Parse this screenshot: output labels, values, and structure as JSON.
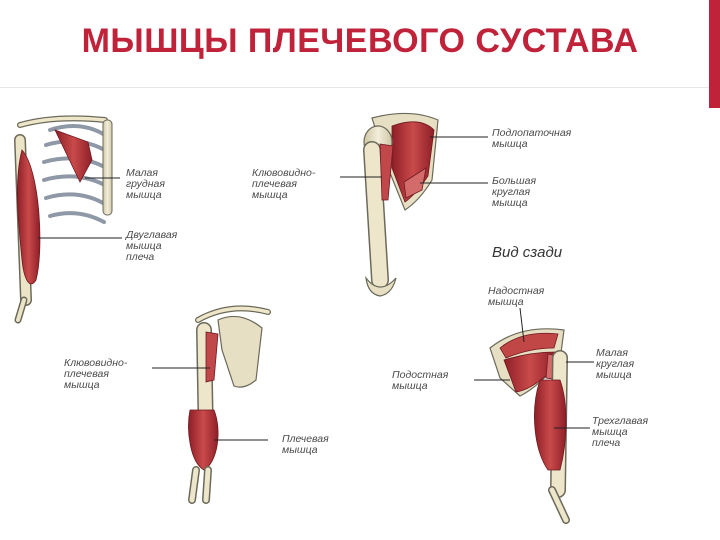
{
  "slide": {
    "title": "МЫШЦЫ ПЛЕЧЕВОГО СУСТАВА",
    "accent_color": "#c0223a"
  },
  "figures": {
    "front_view": {
      "labels": {
        "pectoralis_minor": "Малая\nгрудная\nмышца",
        "biceps": "Двуглавая\nмышца\nплеча"
      }
    },
    "anterior_scapula": {
      "labels": {
        "coracobrachialis": "Клювовидно-\nплечевая\nмышца",
        "subscapularis": "Подлопаточная\nмышца",
        "teres_major": "Большая\nкруглая\nмышца"
      }
    },
    "arm_front": {
      "labels": {
        "coracobrachialis": "Клювовидно-\nплечевая\nмышца",
        "brachialis": "Плечевая\nмышца"
      }
    },
    "posterior": {
      "caption": "Вид сзади",
      "labels": {
        "supraspinatus": "Надостная\nмышца",
        "infraspinatus": "Подостная\nмышца",
        "teres_minor": "Малая\nкруглая\nмышца",
        "triceps": "Трехглавая\nмышца\nплеча"
      }
    }
  },
  "colors": {
    "bone": "#e9e2c6",
    "bone_outline": "#6b6a5a",
    "muscle": "#b8323a",
    "muscle_light": "#d98a86",
    "rib": "#9aa3b1"
  }
}
